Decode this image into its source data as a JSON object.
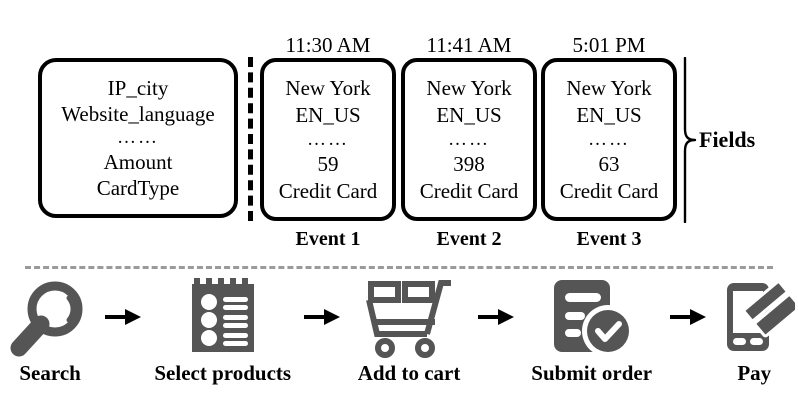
{
  "schema": {
    "title": "field-schema-box",
    "fields": [
      "IP_city",
      "Website_language",
      "……",
      "Amount",
      "CardType"
    ]
  },
  "fields_bracket": {
    "label": "Fields",
    "icon": "curly-brace-icon"
  },
  "events": [
    {
      "time": "11:30 AM",
      "label": "Event 1",
      "values": [
        "New York",
        "EN_US",
        "……",
        "59",
        "Credit Card"
      ]
    },
    {
      "time": "11:41 AM",
      "label": "Event 2",
      "values": [
        "New York",
        "EN_US",
        "……",
        "398",
        "Credit Card"
      ]
    },
    {
      "time": "5:01 PM",
      "label": "Event 3",
      "values": [
        "New York",
        "EN_US",
        "……",
        "63",
        "Credit Card"
      ]
    }
  ],
  "flow": {
    "steps": [
      {
        "label": "Search",
        "icon": "magnifier-icon"
      },
      {
        "label": "Select products",
        "icon": "product-list-icon"
      },
      {
        "label": "Add to cart",
        "icon": "shopping-cart-icon"
      },
      {
        "label": "Submit order",
        "icon": "order-check-icon"
      },
      {
        "label": "Pay",
        "icon": "phone-card-icon"
      }
    ],
    "arrow": "arrow-right-icon"
  },
  "colors": {
    "icon_gray": "#555555",
    "outline_black": "#000000",
    "divider_gray": "#9a9a9a",
    "background": "#ffffff"
  }
}
